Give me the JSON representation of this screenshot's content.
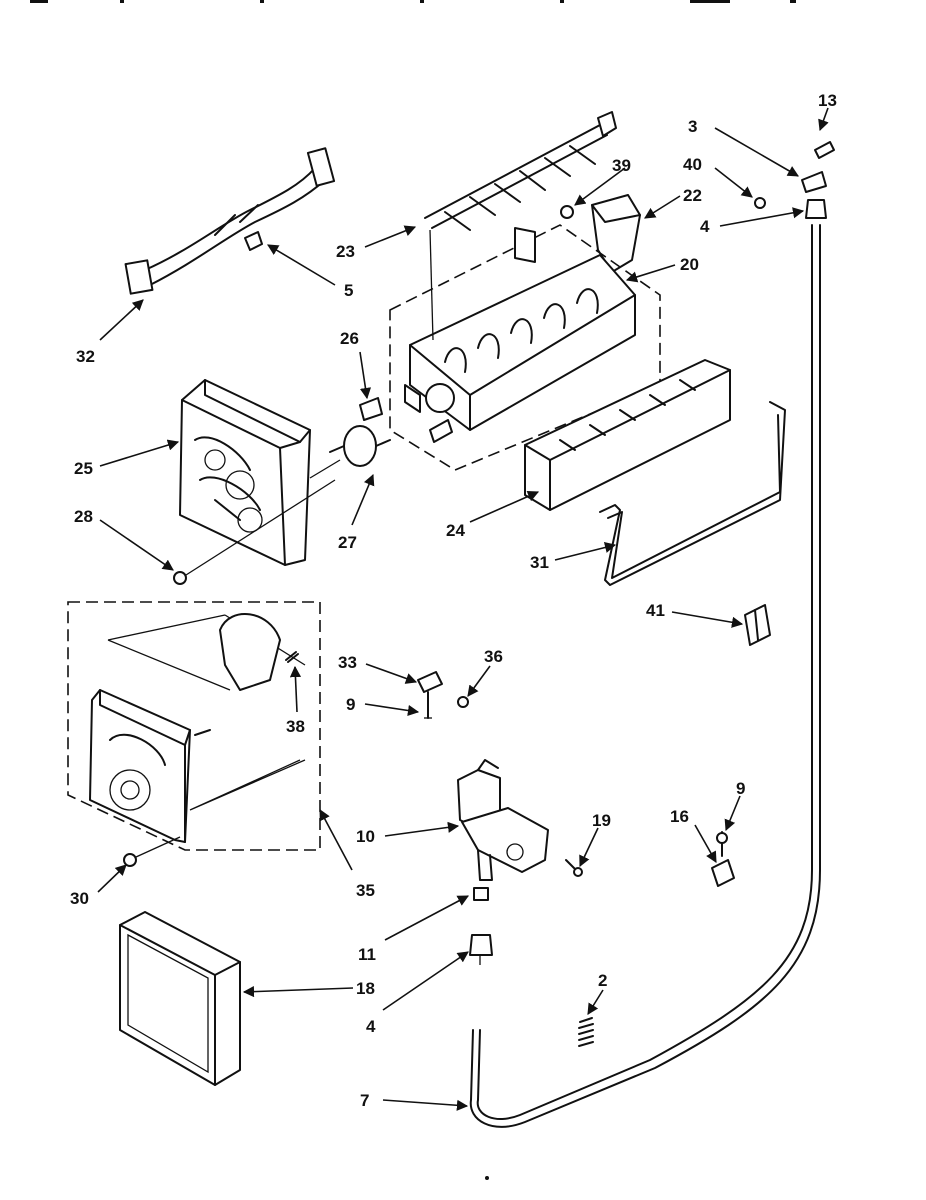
{
  "labels": [
    "13",
    "3",
    "40",
    "4",
    "39",
    "22",
    "23",
    "20",
    "5",
    "32",
    "26",
    "25",
    "27",
    "28",
    "24",
    "31",
    "41",
    "33",
    "36",
    "9",
    "38",
    "10",
    "19",
    "16",
    "9",
    "30",
    "35",
    "11",
    "18",
    "4",
    "2",
    "7"
  ]
}
